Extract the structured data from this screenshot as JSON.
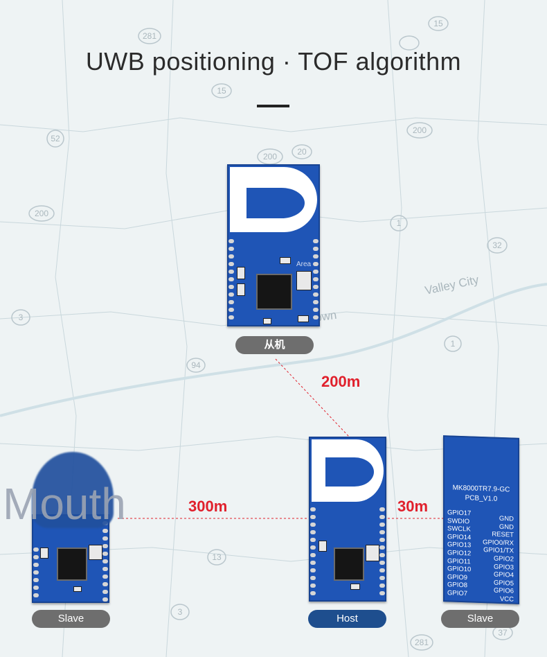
{
  "title": "UWB positioning · TOF algorithm",
  "map_labels": {
    "valley_city": "Valley City",
    "town": "own",
    "routes": [
      "281",
      "15",
      "15",
      "52",
      "200",
      "200",
      "20",
      "200",
      "1",
      "32",
      "3",
      "94",
      "1",
      "13",
      "3",
      "281",
      "37"
    ]
  },
  "modules": {
    "top": {
      "label": "从机",
      "area_text": "Area"
    },
    "left": {
      "label": "Slave",
      "overlay_text": "Mouth"
    },
    "host": {
      "label": "Host"
    },
    "right": {
      "label": "Slave",
      "board_line1": "MK8000TR7.9-GC",
      "board_line2": "PCB_V1.0",
      "pins_left": [
        "GPIO17",
        "SWDIO",
        "SWCLK",
        "GPIO14",
        "GPIO13",
        "GPIO12",
        "GPIO11",
        "GPIO10",
        "GPIO9",
        "GPIO8",
        "GPIO7"
      ],
      "pins_right": [
        "GND",
        "GND",
        "RESET",
        "GPIO0/RX",
        "GPIO1/TX",
        "GPIO2",
        "GPIO3",
        "GPIO4",
        "GPIO5",
        "GPIO6",
        "VCC"
      ]
    }
  },
  "distances": {
    "top_to_host": "200m",
    "left_to_host": "300m",
    "host_to_right": "30m"
  },
  "colors": {
    "board_blue": "#1f55b6",
    "distance_red": "#e0202c",
    "pill_gray": "#6e6e6e",
    "pill_host": "#1e4e8e"
  }
}
